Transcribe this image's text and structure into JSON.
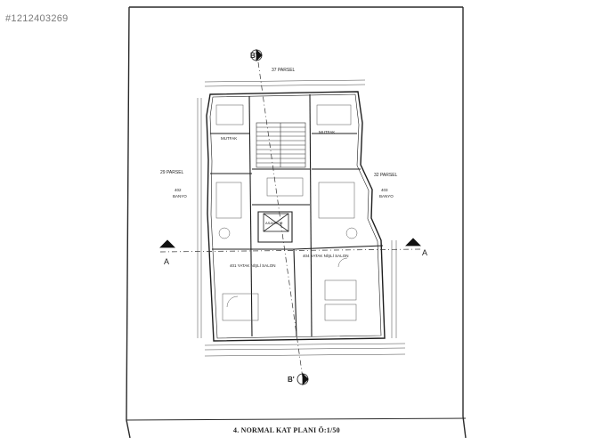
{
  "listing_id": "#1212403269",
  "plan": {
    "title": "4. NORMAL KAT PLANI Ö:1/50",
    "parcels": {
      "top": "37 PARSEL",
      "left": "29 PARSEL",
      "right": "32 PARSEL"
    },
    "sections": {
      "b_top": "B'",
      "b_bottom": "B'",
      "a_left": "A",
      "a_right": "A"
    },
    "rooms": {
      "mutfak_left": "MUTFAK",
      "mutfak_right": "MUTFAK",
      "banyo_left": "BANYO",
      "banyo_right": "BANYO",
      "banyo_left_no": "402",
      "banyo_right_no": "403",
      "asansor": "ASANSÖR",
      "salon_left": "401 YATAK NİŞLİ SALON",
      "salon_right": "404 YATAK NİŞLİ SALON"
    }
  }
}
